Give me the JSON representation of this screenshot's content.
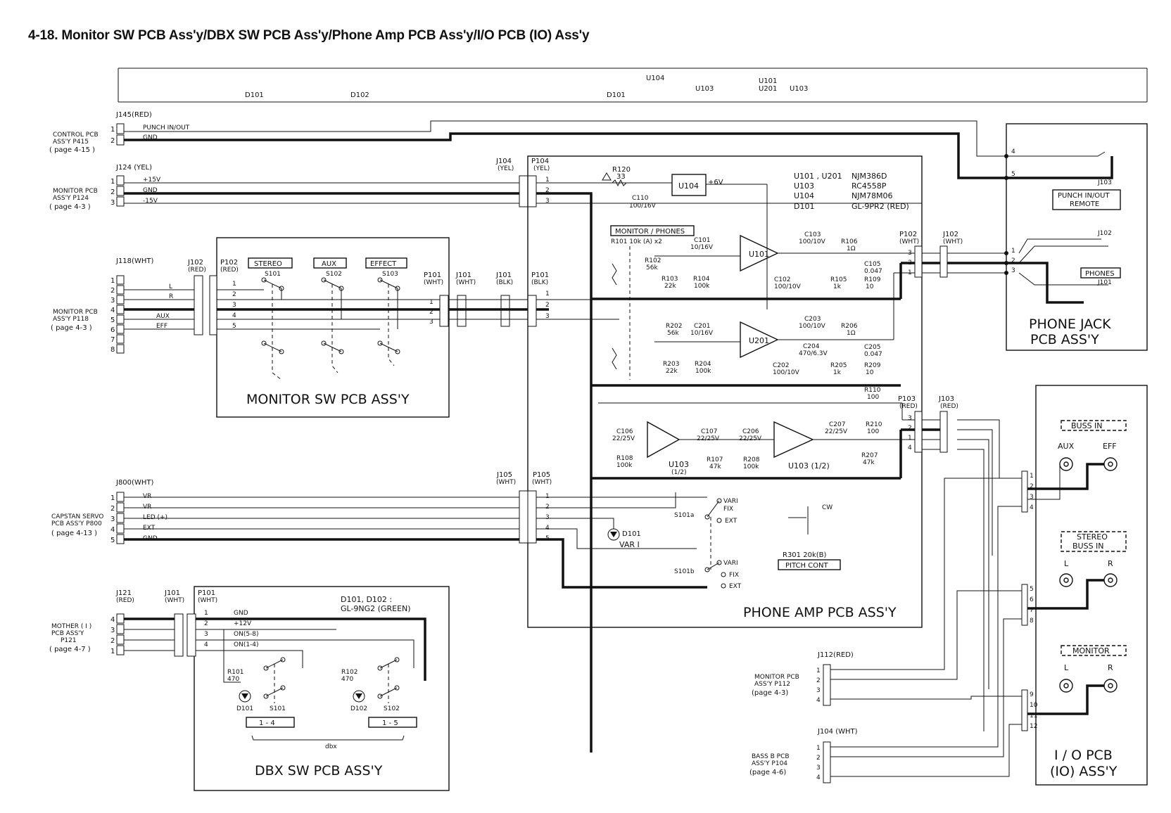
{
  "title": "4-18. Monitor SW PCB Ass'y/DBX SW PCB Ass'y/Phone Amp PCB Ass'y/I/O PCB (IO) Ass'y",
  "header_strip": {
    "labels": [
      "D101",
      "D102",
      "D101",
      "U104",
      "U103",
      "U101",
      "U201",
      "U103"
    ]
  },
  "external_refs": {
    "control": [
      "CONTROL PCB",
      "ASS'Y P415",
      "( page 4-15 )"
    ],
    "monitor_p124": [
      "MONITOR PCB",
      "ASS'Y P124",
      "( page 4-3 )"
    ],
    "monitor_p118": [
      "MONITOR PCB",
      "ASS'Y P118",
      "( page 4-3 )"
    ],
    "capstan": [
      "CAPSTAN SERVO",
      "PCB ASS'Y P800",
      "( page 4-13 )"
    ],
    "mother": [
      "MOTHER ( I )",
      "PCB ASS'Y",
      "P121",
      "( page 4-7 )"
    ],
    "monitor_p112": [
      "MONITOR PCB",
      "ASS'Y P112",
      "(page 4-3)"
    ],
    "bass": [
      "BASS B PCB",
      "ASS'Y P104",
      "(page 4-6)"
    ]
  },
  "connectors": {
    "j145": "J145(RED)",
    "j124": "J124 (YEL)",
    "j118": "J118(WHT)",
    "j102_red": [
      "J102",
      "(RED)"
    ],
    "p102_red": [
      "P102",
      "(RED)"
    ],
    "p101_wht": [
      "P101",
      "(WHT)"
    ],
    "j101_wht": [
      "J101",
      "(WHT)"
    ],
    "j101_blk": [
      "J101",
      "(BLK)"
    ],
    "p101_blk": [
      "P101",
      "(BLK)"
    ],
    "j104_yel": [
      "J104",
      "(YEL)"
    ],
    "p104_yel": [
      "P104",
      "(YEL)"
    ],
    "j800": "J800(WHT)",
    "j105": [
      "J105",
      "(WHT)"
    ],
    "p105": [
      "P105",
      "(WHT)"
    ],
    "j121": [
      "J121",
      "(RED)"
    ],
    "j101_dbx": [
      "J101",
      "(WHT)"
    ],
    "p101_dbx": [
      "P101",
      "(WHT)"
    ],
    "p102_wht": [
      "P102",
      "(WHT)"
    ],
    "j102_wht": [
      "J102",
      "(WHT)"
    ],
    "p103": [
      "P103",
      "(RED)"
    ],
    "j103": [
      "J103",
      "(RED)"
    ],
    "j112": "J112(RED)",
    "j104_wht": "J104 (WHT)"
  },
  "signals": {
    "j145": [
      "PUNCH IN/OUT",
      "GND"
    ],
    "j124": [
      "+15V",
      "GND",
      "-15V"
    ],
    "j118": [
      "L",
      "R",
      "AUX",
      "EFF"
    ],
    "j800": [
      "VR",
      "VR",
      "LED (+)",
      "EXT",
      "GND"
    ],
    "dbx": [
      "GND",
      "+12V",
      "ON(5-8)",
      "ON(1-4)"
    ]
  },
  "monitor_sw": {
    "switches": [
      "STEREO",
      "AUX",
      "EFFECT"
    ],
    "refs": [
      "S101",
      "S102",
      "S103"
    ],
    "title": "MONITOR SW PCB ASS'Y"
  },
  "parts_table": [
    [
      "U101 , U201",
      "NJM386D"
    ],
    [
      "U103",
      "RC4558P"
    ],
    [
      "U104",
      "NJM78M06"
    ],
    [
      "D101",
      "GL-9PR2 (RED)"
    ]
  ],
  "phone_amp": {
    "title": "PHONE AMP PCB ASS'Y",
    "monitor_phones_box": "MONITOR / PHONES",
    "r101_label": "R101 10k (A) x2",
    "r120": [
      "R120",
      "33"
    ],
    "c110": [
      "C110",
      "100/16V"
    ],
    "u104": "U104",
    "v6": "+6V",
    "u101": "U101",
    "u201": "U201",
    "u103a": [
      "U103",
      "(1/2)"
    ],
    "u103b": "U103 (1/2)",
    "ch1": {
      "r102": [
        "R102",
        "56k"
      ],
      "c101": [
        "C101",
        "10/16V"
      ],
      "r103": [
        "R103",
        "22k"
      ],
      "r104": [
        "R104",
        "100k"
      ],
      "c103": [
        "C103",
        "100/10V"
      ],
      "c102": [
        "C102",
        "100/10V"
      ],
      "r106": [
        "R106",
        "1Ω"
      ],
      "c105": [
        "C105",
        "0.047"
      ],
      "r105": [
        "R105",
        "1k"
      ],
      "r109": [
        "R109",
        "10"
      ]
    },
    "ch2": {
      "r202": [
        "R202",
        "56k"
      ],
      "c201": [
        "C201",
        "10/16V"
      ],
      "r203": [
        "R203",
        "22k"
      ],
      "r204": [
        "R204",
        "100k"
      ],
      "c203": [
        "C203",
        "100/10V"
      ],
      "c202": [
        "C202",
        "100/10V"
      ],
      "c204": [
        "C204",
        "470/6.3V"
      ],
      "r206": [
        "R206",
        "1Ω"
      ],
      "c205": [
        "C205",
        "0.047"
      ],
      "r205": [
        "R205",
        "1k"
      ],
      "r209": [
        "R209",
        "10"
      ]
    },
    "buffer": {
      "c106": [
        "C106",
        "22/25V"
      ],
      "r108": [
        "R108",
        "100k"
      ],
      "c107": [
        "C107",
        "22/25V"
      ],
      "r107": [
        "R107",
        "47k"
      ],
      "c206": [
        "C206",
        "22/25V"
      ],
      "r208": [
        "R208",
        "100k"
      ],
      "c207": [
        "C207",
        "22/25V"
      ],
      "r210": [
        "R210",
        "100"
      ],
      "r207": [
        "R207",
        "47k"
      ],
      "r110": [
        "R110",
        "100"
      ]
    },
    "d101": [
      "D101",
      "VAR I"
    ],
    "s101a": "S101a",
    "s101b": "S101b",
    "var_opts": [
      "VARI",
      "FIX",
      "EXT"
    ],
    "cw": "CW",
    "r301": "R301  20k(B)",
    "pitch_cont": "PITCH CONT"
  },
  "phone_jack": {
    "title": [
      "PHONE JACK",
      "PCB ASS'Y"
    ],
    "j103": "J103",
    "punch_box": [
      "PUNCH IN/OUT",
      "REMOTE"
    ],
    "j102": "J102",
    "phones_box": "PHONES",
    "j101": "J101"
  },
  "io_pcb": {
    "title": [
      "I / O PCB",
      "(IO) ASS'Y"
    ],
    "buss_in": "BUSS IN",
    "aux": "AUX",
    "eff": "EFF",
    "stereo_buss_in": [
      "STEREO",
      "BUSS IN"
    ],
    "l": "L",
    "r": "R",
    "monitor": "MONITOR"
  },
  "dbx_sw": {
    "title": "DBX SW PCB ASS'Y",
    "note": [
      "D101, D102 :",
      "GL-9NG2 (GREEN)"
    ],
    "r101": [
      "R101",
      "470"
    ],
    "r102": [
      "R102",
      "470"
    ],
    "d101": "D101",
    "d102": "D102",
    "s101": "S101",
    "s102": "S102",
    "sw1": "1 - 4",
    "sw2": "1 - 5",
    "dbx": "dbx"
  }
}
